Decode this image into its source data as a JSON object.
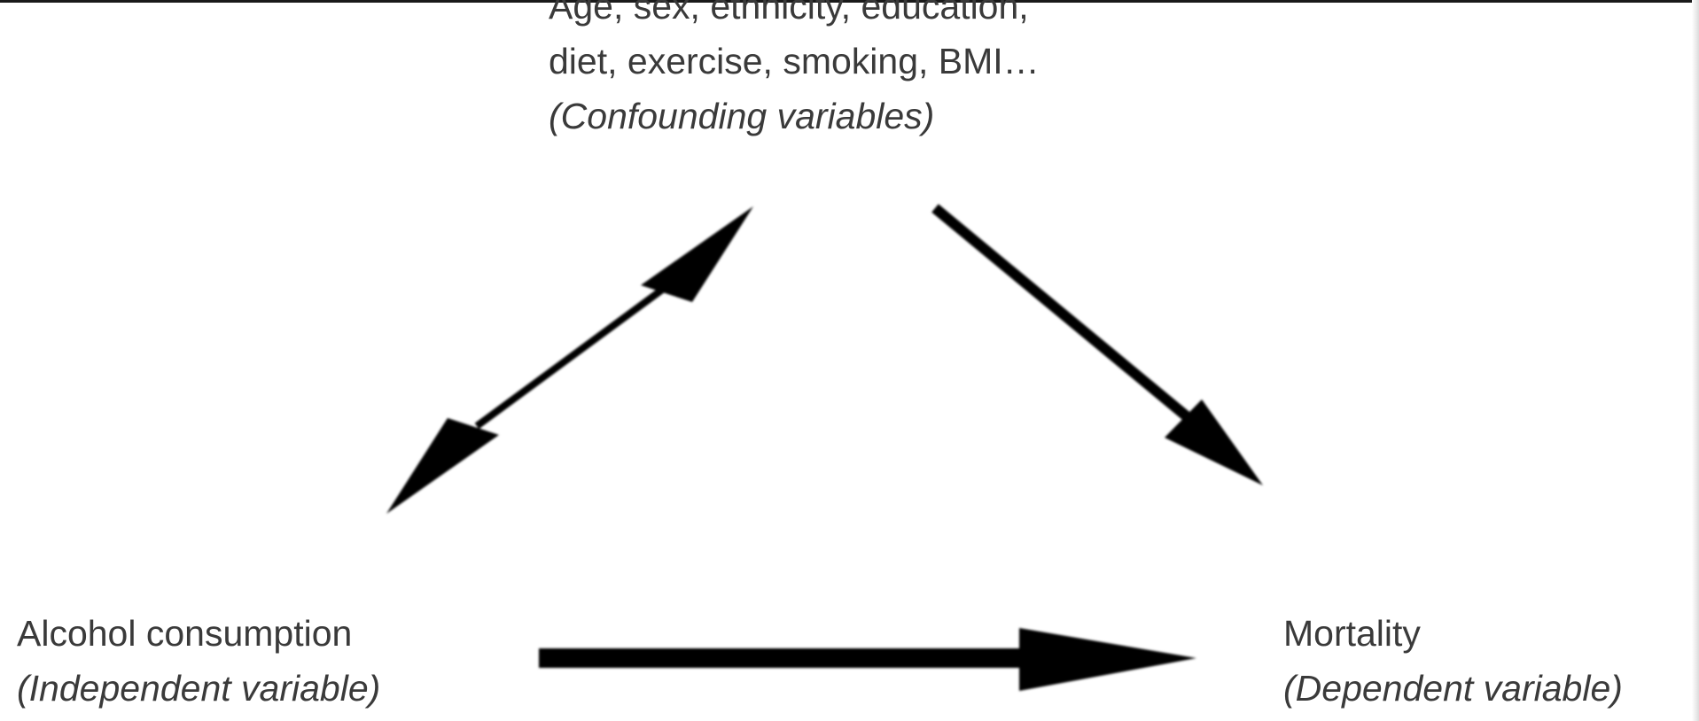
{
  "diagram": {
    "confounders": {
      "line1": "Age, sex, ethnicity, education,",
      "line2": "diet, exercise, smoking, BMI…",
      "role": "(Confounding variables)"
    },
    "independent": {
      "name": "Alcohol consumption",
      "role": "(Independent variable)"
    },
    "dependent": {
      "name": "Mortality",
      "role": "(Dependent variable)"
    }
  },
  "colors": {
    "arrow": "#000000",
    "text": "#3a3a3a"
  }
}
